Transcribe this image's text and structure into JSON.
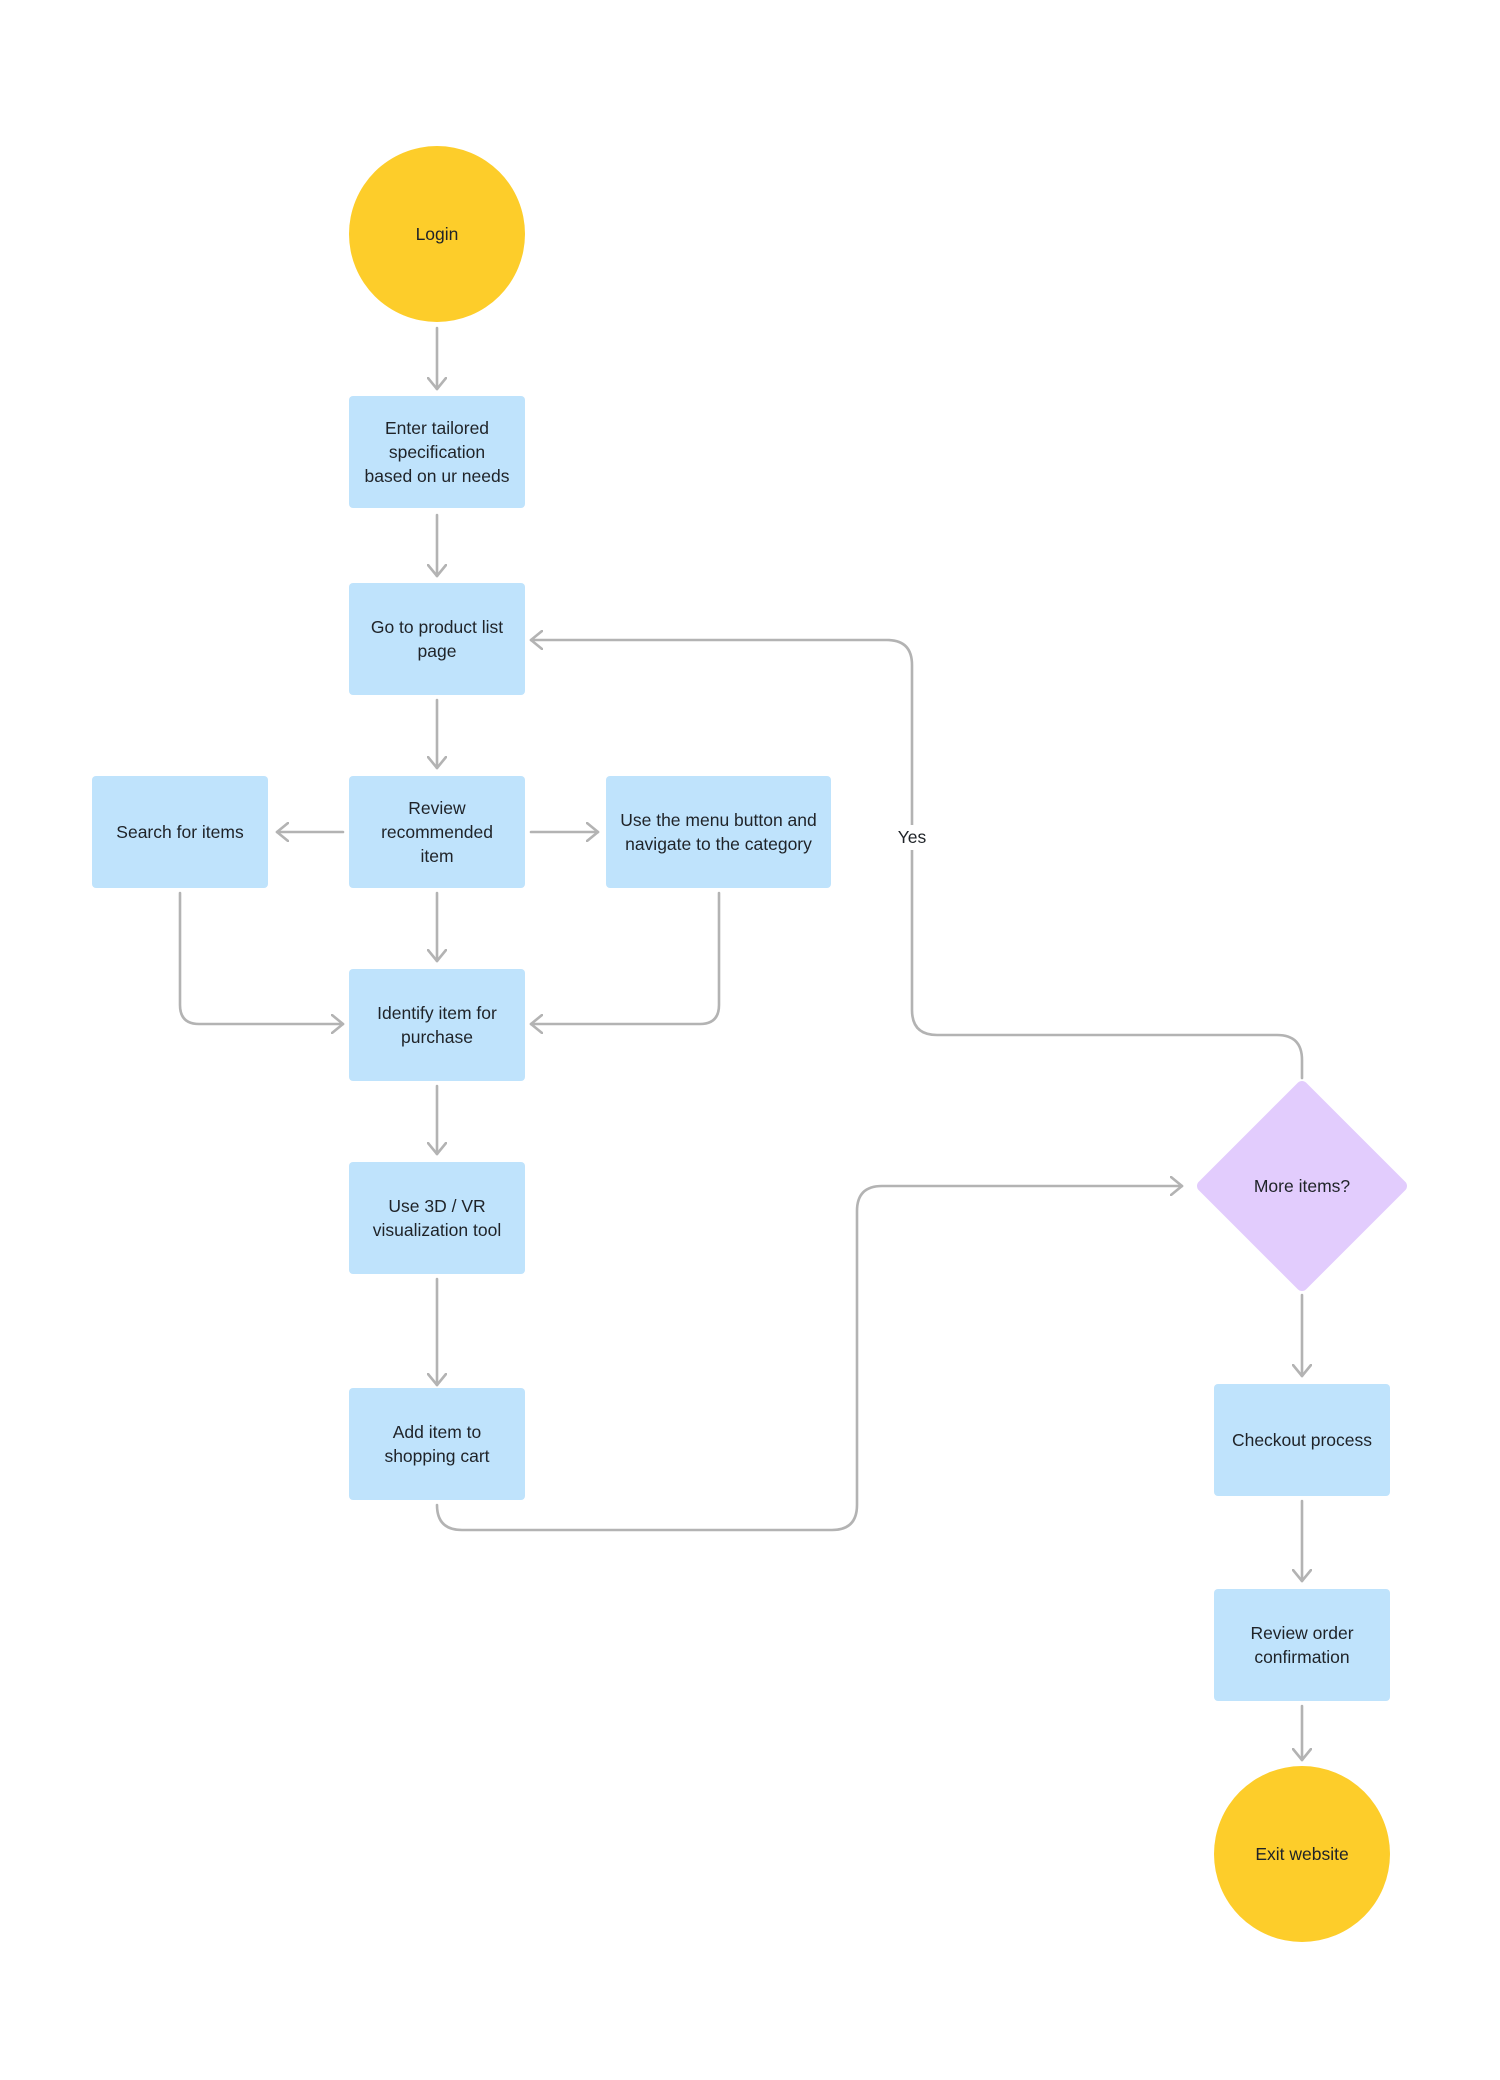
{
  "flowchart": {
    "nodes": {
      "login": "Login",
      "enter_spec": "Enter tailored specification based on ur needs",
      "product_list": "Go to product list page",
      "review_recommended": "Review recommended item",
      "search_items": "Search for items",
      "menu_navigate": "Use the menu button and navigate to the category",
      "identify_item": "Identify item for purchase",
      "visualization": "Use 3D / VR visualization tool",
      "add_to_cart": "Add item to shopping cart",
      "more_items": "More items?",
      "checkout": "Checkout process",
      "review_confirmation": "Review order confirmation",
      "exit_website": "Exit website"
    },
    "edge_labels": {
      "yes": "Yes"
    },
    "colors": {
      "terminal": "#fdcd2a",
      "process": "#bfe3fc",
      "decision": "#e2ccfd",
      "connector": "#b3b3b3"
    }
  }
}
